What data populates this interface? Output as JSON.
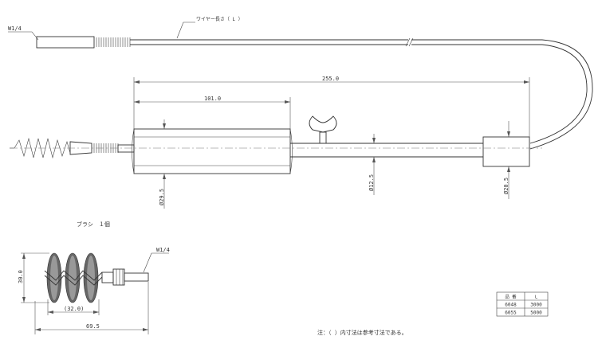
{
  "labels": {
    "thread_top": "W1/4",
    "wire_length": "ワイヤー長さ（ L ）",
    "dim_255": "255.0",
    "dim_101": "101.0",
    "dia_29": "Ø29.5",
    "dia_12": "Ø12.5",
    "dia_20": "Ø20.5",
    "brush_caption": "ブラシ　１個",
    "thread_bottom": "W1/4",
    "dim_30": "30.0",
    "dim_32": "(32.0)",
    "dim_69": "69.5",
    "note": "注：（ ）内寸法は参考寸法である。"
  },
  "table": {
    "headers": [
      "品 番",
      "L"
    ],
    "rows": [
      [
        "6048",
        "3000"
      ],
      [
        "6055",
        "5000"
      ]
    ]
  }
}
